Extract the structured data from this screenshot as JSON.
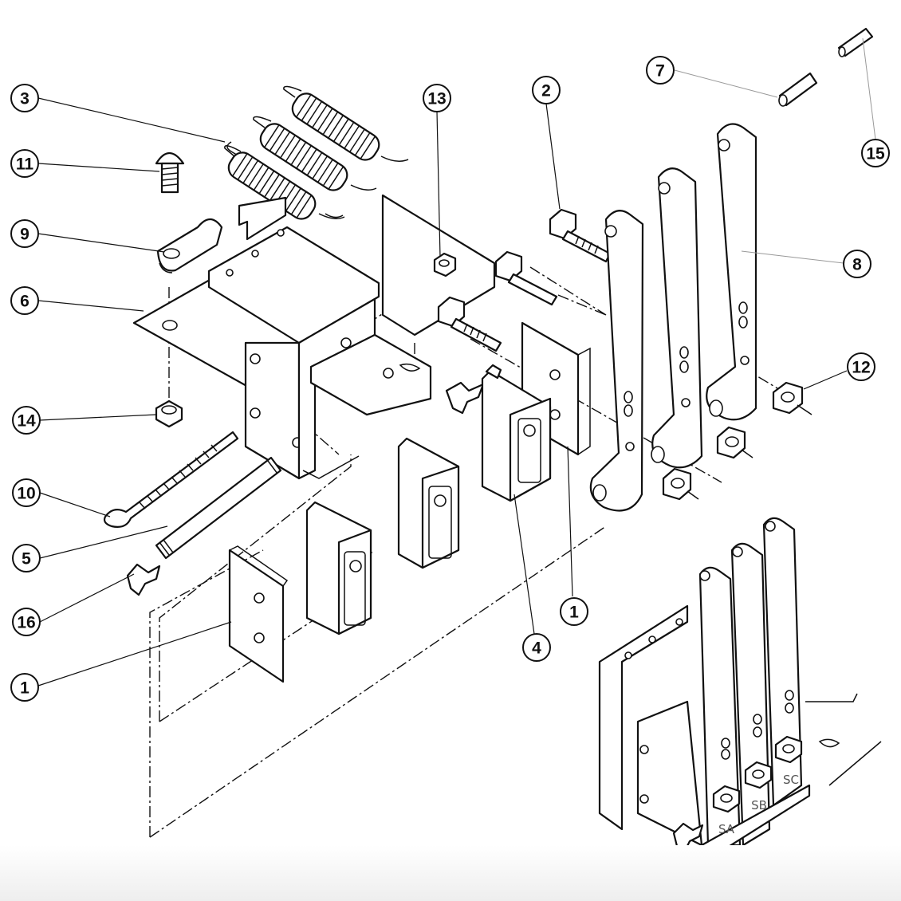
{
  "callouts": [
    {
      "id": "c3",
      "label": "3"
    },
    {
      "id": "c11",
      "label": "11"
    },
    {
      "id": "c9",
      "label": "9"
    },
    {
      "id": "c6",
      "label": "6"
    },
    {
      "id": "c14",
      "label": "14"
    },
    {
      "id": "c10",
      "label": "10"
    },
    {
      "id": "c5",
      "label": "5"
    },
    {
      "id": "c16",
      "label": "16"
    },
    {
      "id": "c1a",
      "label": "1"
    },
    {
      "id": "c13",
      "label": "13"
    },
    {
      "id": "c2",
      "label": "2"
    },
    {
      "id": "c7",
      "label": "7"
    },
    {
      "id": "c15",
      "label": "15"
    },
    {
      "id": "c8",
      "label": "8"
    },
    {
      "id": "c12",
      "label": "12"
    },
    {
      "id": "c1b",
      "label": "1"
    },
    {
      "id": "c4",
      "label": "4"
    }
  ],
  "inset": {
    "labels": [
      "SA",
      "SB",
      "SC"
    ]
  }
}
